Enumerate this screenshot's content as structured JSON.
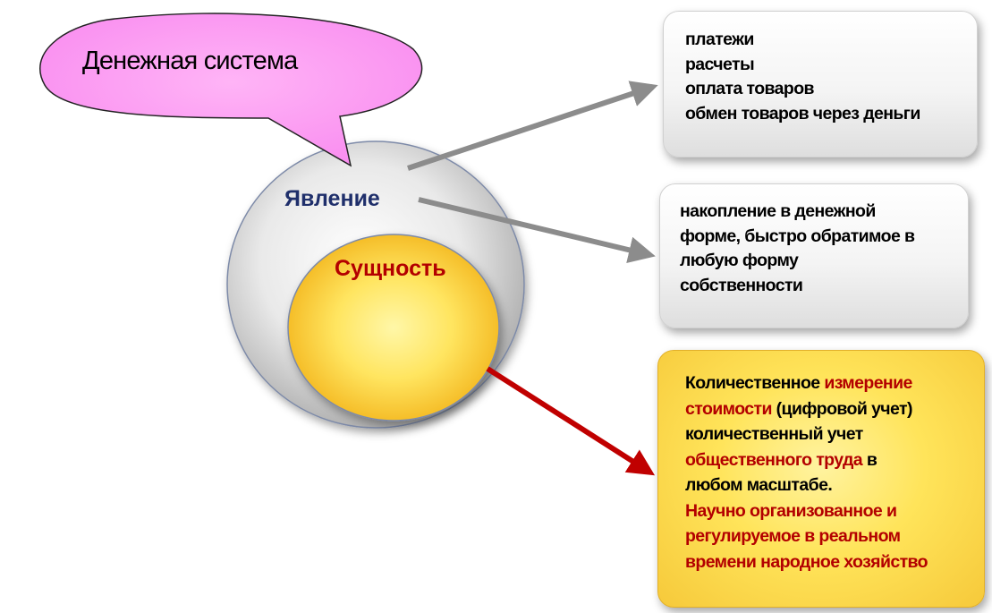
{
  "speech_bubble": {
    "text": "Денежная система",
    "fill": "#ff9cf2"
  },
  "outer_circle": {
    "label": "Явление",
    "label_color": "#1f2f6b"
  },
  "inner_circle": {
    "label": "Сущность",
    "label_color": "#b30000"
  },
  "box_top": {
    "lines": [
      "платежи",
      "расчеты",
      "оплата товаров",
      "обмен товаров через деньги"
    ]
  },
  "box_middle": {
    "lines": [
      "накопление в денежной",
      "форме, быстро обратимое в",
      "любую форму",
      "собственности"
    ]
  },
  "box_bottom": {
    "l1a": "Количественное ",
    "l1b": "измерение",
    "l2a": "стоимости",
    "l2b": " (цифровой учет)",
    "l3": "количественный учет",
    "l4a": "общественного труда",
    "l4b": "  в",
    "l5": "любом масштабе.",
    "l6": "Научно организованное и",
    "l7": "регулируемое в реальном",
    "l8": "времени народное хозяйство"
  },
  "colors": {
    "arrow_gray": "#8c8c8c",
    "arrow_red": "#c00000",
    "accent_red": "#b30000"
  }
}
